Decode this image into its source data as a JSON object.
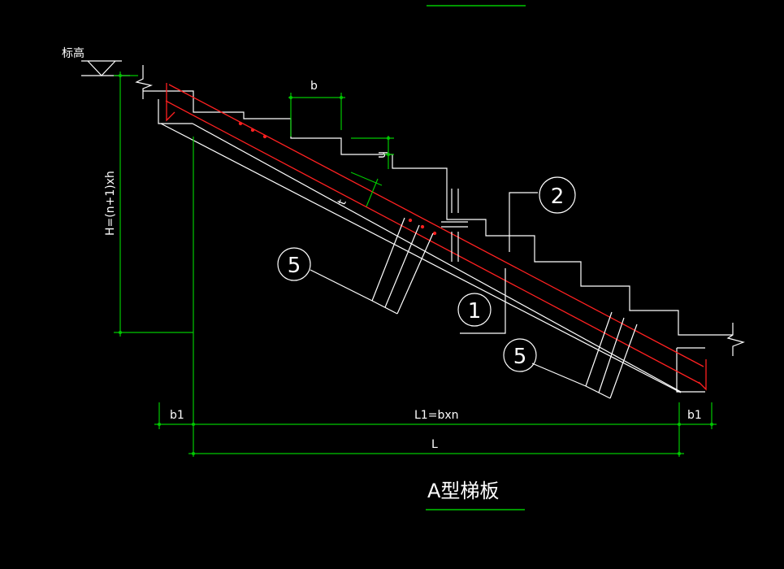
{
  "colors": {
    "background": "#000000",
    "white": "#ffffff",
    "green": "#00c800",
    "red": "#ff2020"
  },
  "labels": {
    "elevation": "标高",
    "b": "b",
    "h": "h",
    "t": "t",
    "height_formula": "H=(n+1)xh",
    "b1_left": "b1",
    "b1_right": "b1",
    "l1": "L1=bxn",
    "l": "L",
    "title": "A型梯板"
  },
  "callouts": {
    "c2": "2",
    "c5a": "5",
    "c1": "1",
    "c5b": "5"
  }
}
